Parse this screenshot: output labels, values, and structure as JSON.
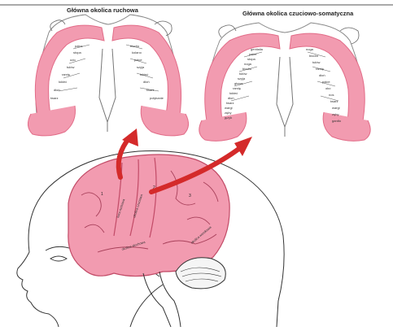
{
  "titles": {
    "motor": "Główna okolica ruchowa",
    "sensory": "Główna okolica czuciowo-somatyczna"
  },
  "motor_labels": {
    "left": [
      "palce",
      "stopa",
      "udo",
      "tułów",
      "ramię",
      "łokieć",
      "dłoń",
      "twarz"
    ],
    "right": [
      "biodro",
      "kolano",
      "palce",
      "szyja",
      "łokieć",
      "dłoń",
      "twarz",
      "połykanie"
    ]
  },
  "sensory_labels": {
    "left": [
      "genitalia",
      "palce",
      "stopa",
      "noga",
      "biodro",
      "tułów",
      "szyja",
      "głowa",
      "ramię",
      "łokieć",
      "dłoń",
      "twarz",
      "wargi",
      "zęby",
      "język"
    ],
    "right": [
      "noga",
      "biodro",
      "tułów",
      "ramię",
      "dłoń",
      "palce",
      "oko",
      "nos",
      "twarz",
      "wargi",
      "zęby",
      "gardło"
    ]
  },
  "brain_labels": {
    "numbers": [
      "1",
      "2",
      "3"
    ],
    "gyrus_texts": [
      "kora ruchowa",
      "okolica czuciowa",
      "okolica słuchowa",
      "okolica wzrokowa"
    ]
  },
  "colors": {
    "cortex_pink": "#f29bb0",
    "cortex_dark": "#e26c88",
    "arrow_red": "#d42a2a",
    "ink": "#333333"
  }
}
